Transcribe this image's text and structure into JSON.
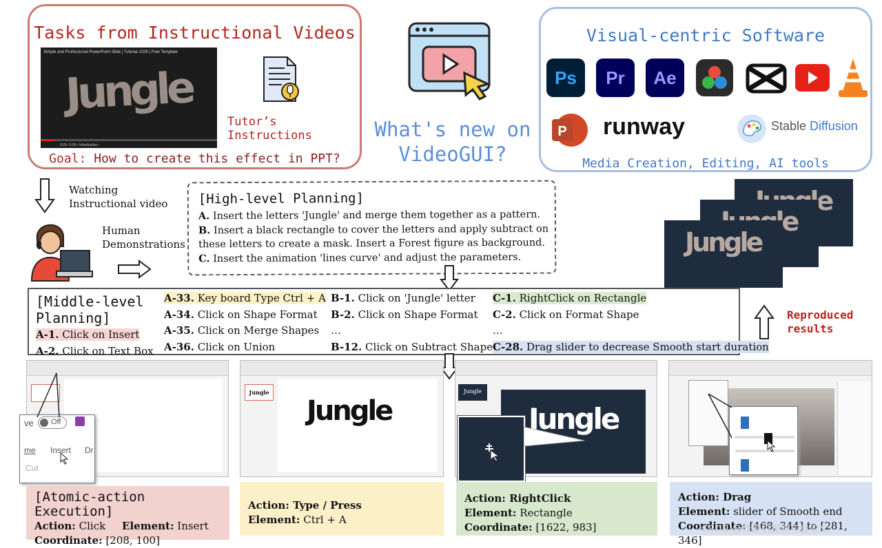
{
  "tasks_box": {
    "title": "Tasks from Instructional Videos",
    "video_title": "Simple and Professional PowerPoint Slide | Tutorial 1029 | Free Template",
    "video_word": "Jungle",
    "video_time": "0:26 / 6:50 • Introduction ›",
    "tutor_label": "Tutor’s Instructions",
    "goal_keyword": "Goal:",
    "goal_text": " How to create this effect in PPT?"
  },
  "center": {
    "question_line1": "What's new on",
    "question_line2": "VideoGUI?"
  },
  "software_box": {
    "title": "Visual-centric Software",
    "apps": [
      {
        "label": "Ps",
        "bg": "#001e36",
        "fg": "#31a8ff"
      },
      {
        "label": "Pr",
        "bg": "#00005b",
        "fg": "#9999ff"
      },
      {
        "label": "Ae",
        "bg": "#00005b",
        "fg": "#9999ff"
      }
    ],
    "runway_label": "runway",
    "sd_label_a": "Stable ",
    "sd_label_b": "Diffusion",
    "subtitle": "Media Creation, Editing, AI tools"
  },
  "human": {
    "watch_line1": "Watching",
    "watch_line2": "Instructional video",
    "demo_line1": "Human",
    "demo_line2": "Demonstrations"
  },
  "high_level": {
    "title": "[High-level Planning]",
    "items": [
      {
        "key": "A.",
        "text": " Insert the letters 'Jungle' and merge them together as a pattern."
      },
      {
        "key": "B.",
        "text": " Insert a black rectangle to cover the letters and apply subtract on these letters to create a mask. Insert a Forest figure as background."
      },
      {
        "key": "C.",
        "text": " Insert the animation 'lines curve' and adjust the parameters."
      }
    ]
  },
  "middle_level": {
    "title_line1": "[Middle-level",
    "title_line2": "Planning]",
    "col_a_left": [
      {
        "key": "A-1.",
        "text": " Click on Insert"
      },
      {
        "key": "A-2.",
        "text": " Click on Text Box"
      }
    ],
    "col_a": [
      {
        "key": "A-33.",
        "text": " Key board Type Ctrl + A"
      },
      {
        "key": "A-34.",
        "text": " Click on Shape Format"
      },
      {
        "key": "A-35.",
        "text": " Click on Merge Shapes"
      },
      {
        "key": "A-36.",
        "text": " Click on Union"
      }
    ],
    "col_b": [
      {
        "key": "B-1.",
        "text": " Click on 'Jungle' letter"
      },
      {
        "key": "B-2.",
        "text": " Click on Shape Format"
      },
      {
        "key": "",
        "text": "…"
      },
      {
        "key": "B-12.",
        "text": " Click on Subtract Shapes"
      }
    ],
    "col_c": [
      {
        "key": "C-1.",
        "text": " RightClick on Rectangle"
      },
      {
        "key": "C-2.",
        "text": " Click on Format Shape"
      },
      {
        "key": "",
        "text": "…"
      },
      {
        "key": "C-28.",
        "text": " Drag slider to decrease Smooth start duration"
      }
    ]
  },
  "reproduced": {
    "line1": "Reproduced",
    "line2": "results",
    "slide_text": "Jungle"
  },
  "screens": {
    "zoom_off": "Off",
    "zoom_tab_home": "me",
    "zoom_tab_insert": "Insert",
    "zoom_tab_dr": "Dr",
    "zoom_cut": "Cut",
    "zoom_ve": "ve",
    "slide_word": "Jungle"
  },
  "atomic": {
    "title": "[Atomic-action Execution]",
    "captions": [
      {
        "action_key": "Action:",
        "action": " Click",
        "element_key": "Element:",
        "element": " Insert",
        "coord_key": "Coordinate:",
        "coord": " [208, 100]"
      },
      {
        "action_key": "Action:",
        "action": " Type / Press",
        "element_key": "Element:",
        "element": " Ctrl + A"
      },
      {
        "action_key": "Action:",
        "action": " RightClick",
        "element_key": "Element:",
        "element": " Rectangle",
        "coord_key": "Coordinate:",
        "coord": " [1622, 983]"
      },
      {
        "action_key": "Action:",
        "action": " Drag",
        "element_key": "Element:",
        "element": " slider of Smooth end",
        "coord_key": "Coordinate:",
        "coord": " [468, 344] to [281, 346]"
      }
    ]
  },
  "watermark": "CSDN @计算机视觉与自论文"
}
